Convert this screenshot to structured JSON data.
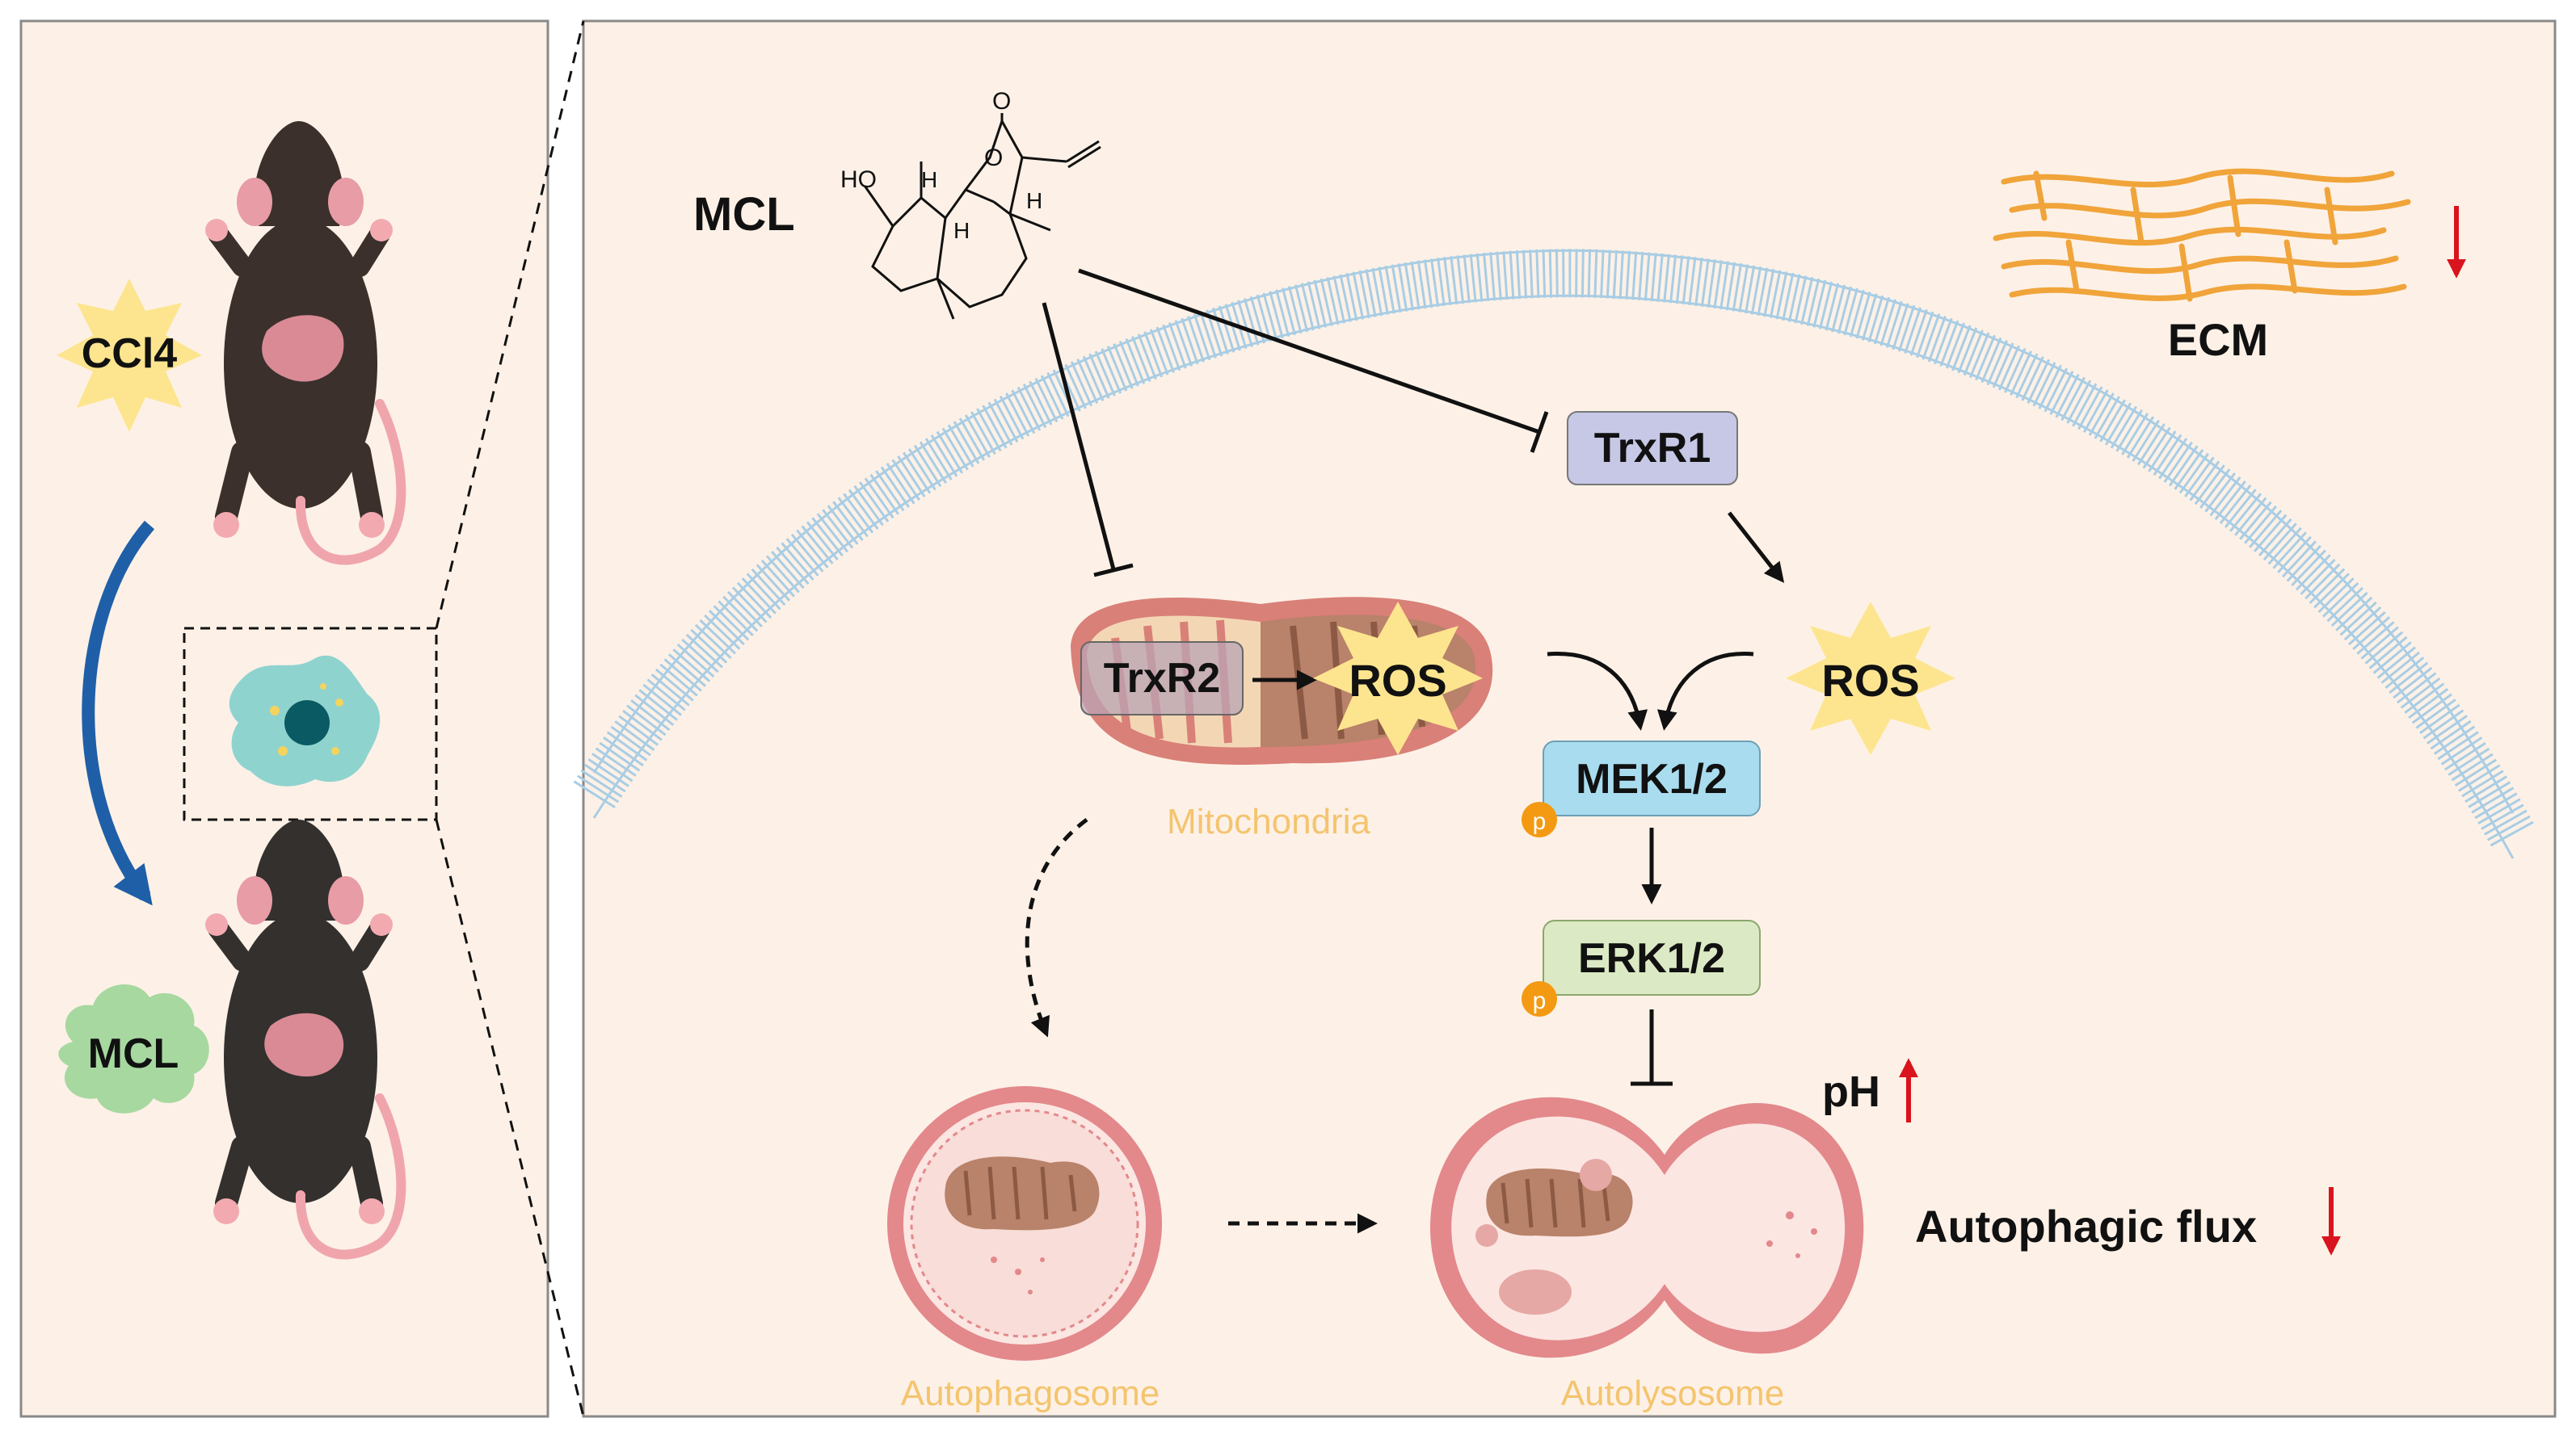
{
  "left_panel": {
    "treatment_1": "CCl4",
    "treatment_2": "MCL"
  },
  "compound": {
    "name": "MCL",
    "atoms": {
      "ho": "HO",
      "o_ring": "O",
      "o_carbonyl": "O",
      "h1": "H",
      "h2": "H",
      "h3": "H"
    }
  },
  "ecm": {
    "label": "ECM"
  },
  "proteins": {
    "trxr1": "TrxR1",
    "trxr2": "TrxR2",
    "mek": "MEK1/2",
    "erk": "ERK1/2",
    "phospho": "p"
  },
  "ros": {
    "mito": "ROS",
    "cyto": "ROS"
  },
  "organelles": {
    "mitochondria": "Mitochondria",
    "autophagosome": "Autophagosome",
    "autolysosome": "Autolysosome"
  },
  "readouts": {
    "ph": "pH",
    "flux": "Autophagic flux"
  },
  "colors": {
    "panel_bg": "#fdf1e7",
    "membrane": "#a9cde4",
    "trxr1_box": "#c6c8e6",
    "mek_box": "#a9dcef",
    "erk_box": "#dbeac4",
    "ros_star": "#fde58f",
    "phospho_badge": "#f39a12",
    "organelle_label": "#f4c46e",
    "up_down_arrow": "#d9141e",
    "process_arrow": "#1f5fa8"
  }
}
